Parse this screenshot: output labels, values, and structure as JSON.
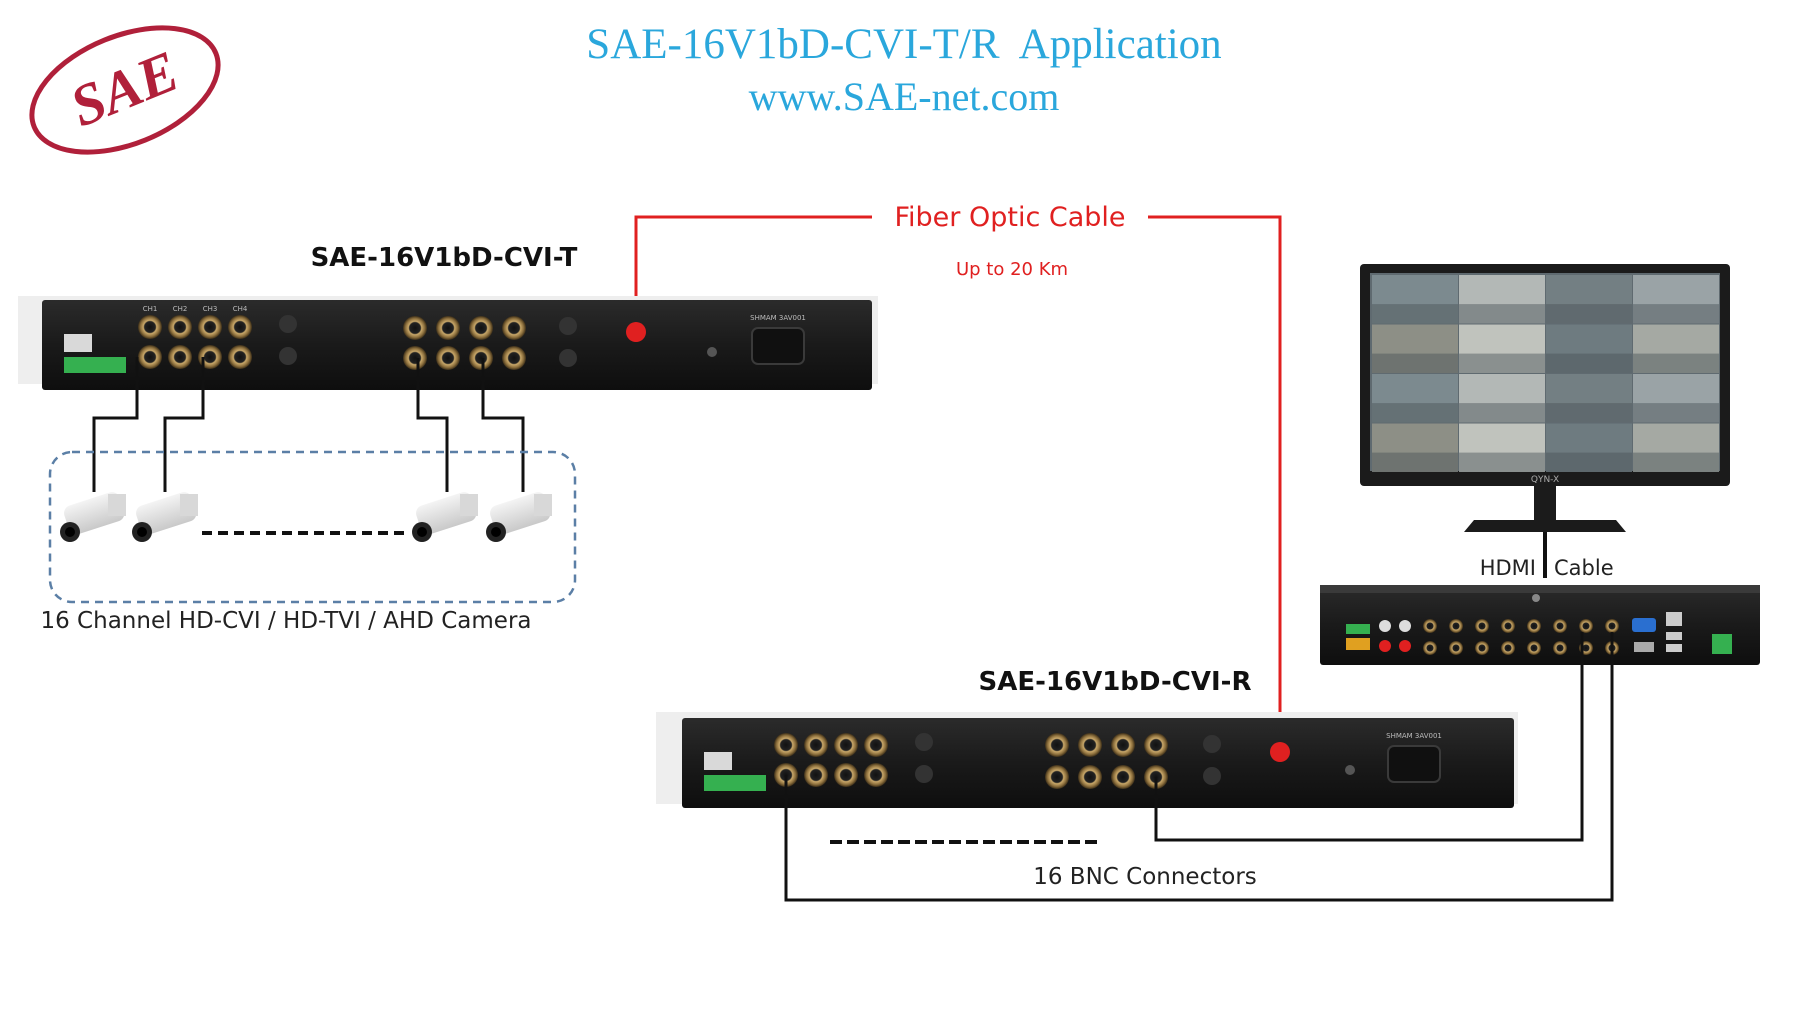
{
  "header": {
    "title": "SAE-16V1bD-CVI-T/R  Application",
    "url": "www.SAE-net.com"
  },
  "logo": {
    "text": "SAE"
  },
  "transmitter": {
    "label": "SAE-16V1bD-CVI-T",
    "bnc_top_labels": [
      "CH1",
      "CH2",
      "CH3",
      "CH4"
    ],
    "power_label": "SHMAM 3AV001"
  },
  "receiver": {
    "label": "SAE-16V1bD-CVI-R",
    "power_label": "SHMAM 3AV001"
  },
  "fiber": {
    "label": "Fiber Optic Cable",
    "distance": "Up to 20 Km"
  },
  "camera_group": {
    "caption": "16 Channel HD-CVI / HD-TVI / AHD Camera"
  },
  "hdmi": {
    "left": "HDMI",
    "right": "Cable"
  },
  "bnc_caption": "16 BNC Connectors",
  "monitor": {
    "brand": "QYN-X"
  },
  "colors": {
    "title_blue": "#2aa7dc",
    "fiber_red": "#e02020",
    "logo_red": "#b0203a",
    "device_dark": "#1e1e1e",
    "dash_blue": "#5b7fa6"
  }
}
